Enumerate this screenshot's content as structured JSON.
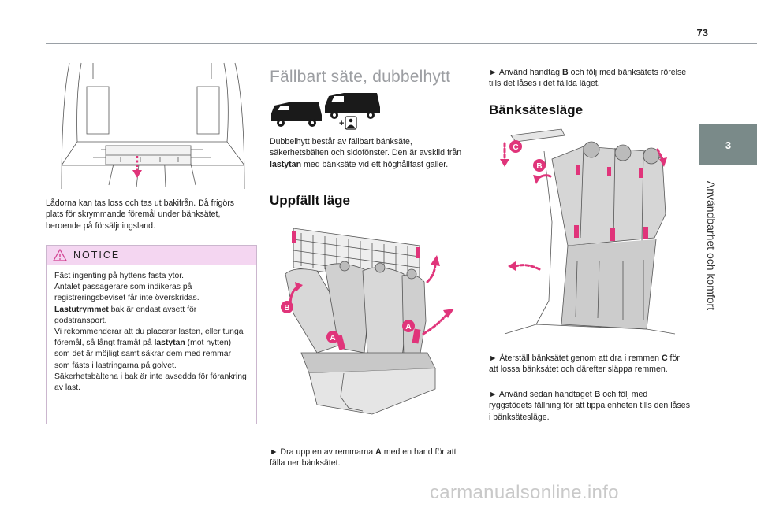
{
  "page": {
    "number": "73"
  },
  "chapter": {
    "number": "3",
    "title": "Användbarhet och komfort"
  },
  "col1": {
    "intro": "Lådorna kan tas loss och tas ut bakifrån. Då frigörs plats för skrymmande föremål under bänksätet, beroende på försäljningsland.",
    "notice_title": "NOTICE",
    "notice_lines": [
      {
        "pre": "Fäst ingenting på hyttens fasta ytor.",
        "bold": "",
        "post": ""
      },
      {
        "pre": "Antalet passagerare som indikeras på registreringsbeviset får inte överskridas.",
        "bold": "",
        "post": ""
      },
      {
        "pre": "",
        "bold": "Lastutrymmet",
        "post": " bak är endast avsett för godstransport."
      },
      {
        "pre": "Vi rekommenderar att du placerar lasten, eller tunga föremål, så långt framåt på ",
        "bold": "lastytan",
        "post": " (mot hytten) som det är möjligt samt säkrar dem med remmar som fästs i lastringarna på golvet."
      },
      {
        "pre": "Säkerhetsbältena i bak är inte avsedda för förankring av last.",
        "bold": "",
        "post": ""
      }
    ]
  },
  "col2": {
    "title": "Fällbart säte, dubbelhytt",
    "description_pre": "Dubbelhytt består av fällbart bänksäte, säkerhetsbälten och sidofönster. Den är avskild från ",
    "description_bold": "lastytan",
    "description_post": " med bänksäte vid ett höghållfast galler.",
    "section_title": "Uppfällt läge",
    "step_pre": "► Dra upp en av remmarna ",
    "step_bold": "A",
    "step_post": " med en hand för att fälla ner bänksätet.",
    "labels": {
      "a": "A",
      "b": "B"
    }
  },
  "col3": {
    "step1_pre": "► Använd handtag ",
    "step1_bold": "B",
    "step1_post": " och följ med bänksätets rörelse tills det låses i det fällda läget.",
    "section_title": "Bänksätesläge",
    "step2_pre": "► Återställ bänksätet genom att dra i remmen ",
    "step2_bold": "C",
    "step2_post": " för att lossa bänksätet och därefter släppa remmen.",
    "step3_pre": "► Använd sedan handtaget ",
    "step3_bold": "B",
    "step3_post": " och följ med ryggstödets fällning för att tippa enheten tills den låses i bänksätesläge.",
    "labels": {
      "b": "B",
      "c": "C"
    }
  },
  "colors": {
    "accent_pink": "#e0347a",
    "notice_bg": "#f4d6f1",
    "tab": "#7a8a89",
    "title_grey": "#9c9ea2"
  },
  "watermark": "carmanualsonline.info"
}
